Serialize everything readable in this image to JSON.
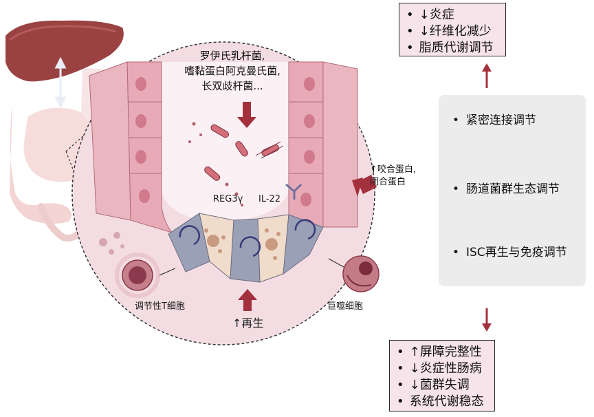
{
  "top_box": {
    "items": [
      "↓炎症",
      "↓纤维化减少",
      "脂质代谢调节"
    ]
  },
  "middle_panel": {
    "items": [
      "紧密连接调节",
      "肠道菌群生态调节",
      "ISC再生与免疫调节"
    ]
  },
  "bottom_box": {
    "items": [
      "↑屏障完整性",
      "↓炎症性肠病",
      "↓菌群失调",
      "系统代谢稳态"
    ]
  },
  "diagram": {
    "bacteria_label_lines": [
      "罗伊氏乳杆菌,",
      "嗜黏蛋白阿克曼氏菌,",
      "长双歧杆菌..."
    ],
    "tight_junction_label_lines": [
      "↑咬合蛋白,",
      "闭合蛋白"
    ],
    "reg3_label": "REG3γ",
    "il22_label": "IL-22",
    "treg_label": "调节性T细胞",
    "macrophage_label": "巨噬细胞",
    "regeneration_label": "↑再生"
  },
  "colors": {
    "accent_arrow": "#a3313d",
    "box_fill": "#f6e4ea",
    "panel_fill": "#ececed",
    "circle_fill": "#f3dde2",
    "epithelium": "#e7aab6",
    "paneth": "#f0dccb",
    "stem_cell": "#9aa0b5",
    "organ": "#c96a6a"
  }
}
